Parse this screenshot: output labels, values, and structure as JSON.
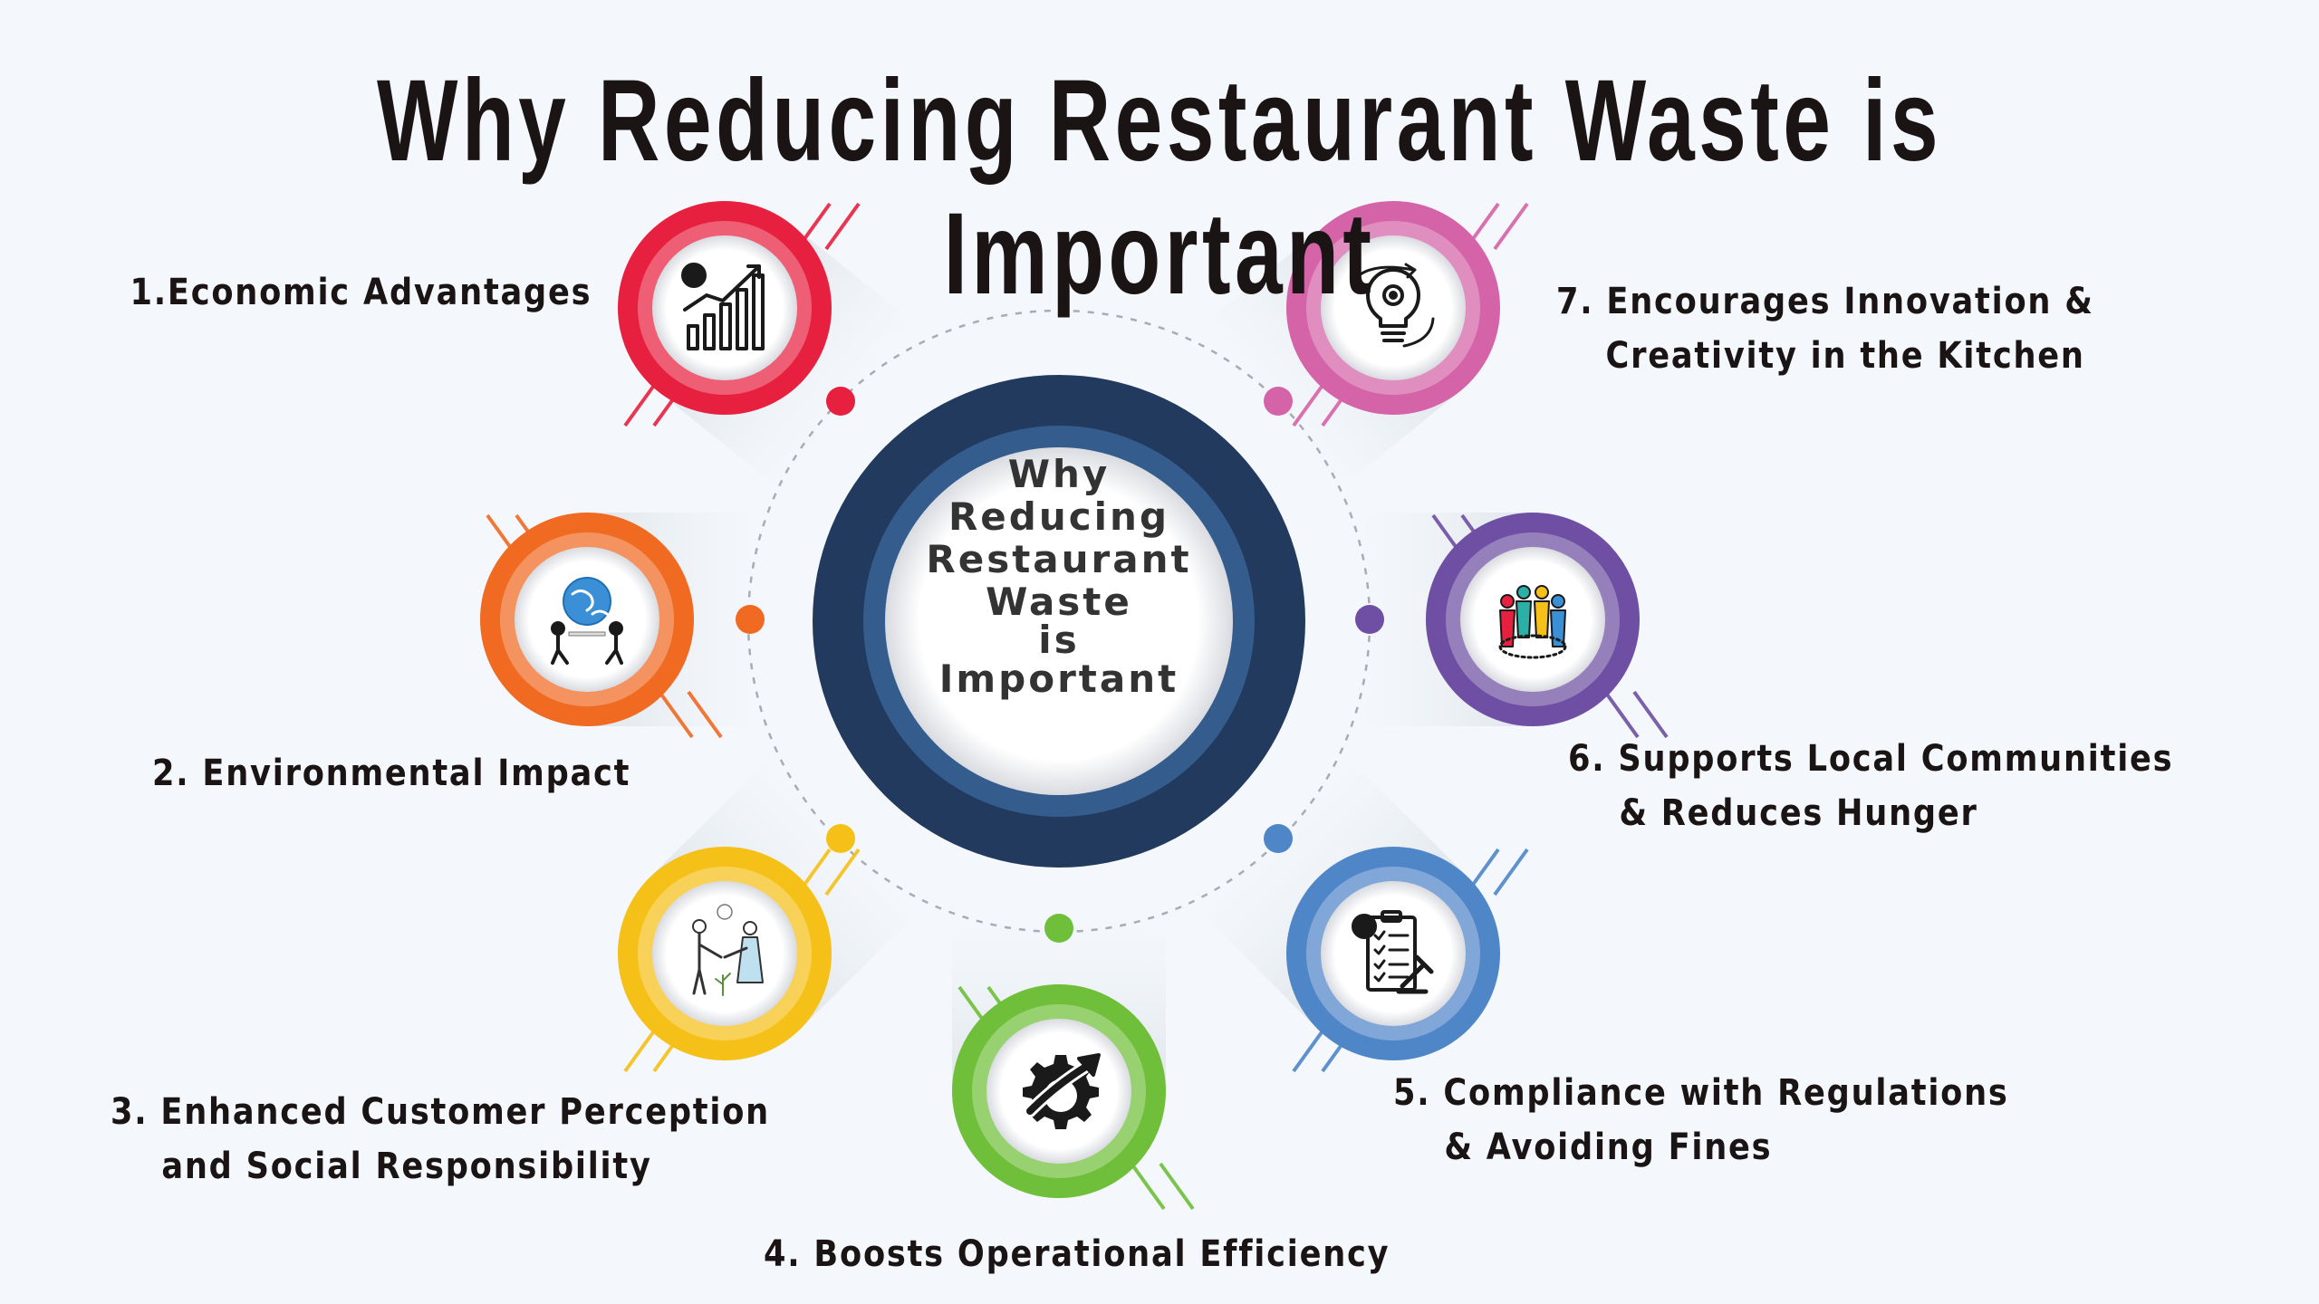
{
  "title": "Why Reducing Restaurant Waste is Important",
  "center": {
    "lines": [
      "Why",
      "Reducing",
      "Restaurant",
      "Waste",
      "is",
      "Important"
    ],
    "colors": {
      "outer": "#223a5e",
      "ring": "#345d8e"
    }
  },
  "items": [
    {
      "number": "1.",
      "lines": [
        "Economic Advantages"
      ],
      "color": "#e8203f",
      "icon": "chart-growth-dollar-icon"
    },
    {
      "number": "2.",
      "lines": [
        "Environmental Impact"
      ],
      "color": "#f06a22",
      "icon": "globe-meeting-icon"
    },
    {
      "number": "3.",
      "lines": [
        "Enhanced Customer Perception",
        "and Social Responsibility"
      ],
      "color": "#f5c118",
      "icon": "people-handshake-icon"
    },
    {
      "number": "4.",
      "lines": [
        "Boosts Operational Efficiency"
      ],
      "color": "#6fbf3a",
      "icon": "gear-arrow-icon"
    },
    {
      "number": "5.",
      "lines": [
        "Compliance with Regulations",
        "& Avoiding Fines"
      ],
      "color": "#4f86c8",
      "icon": "clipboard-gavel-icon"
    },
    {
      "number": "6.",
      "lines": [
        "Supports Local Communities",
        "& Reduces Hunger"
      ],
      "color": "#6e4fa3",
      "icon": "community-people-icon"
    },
    {
      "number": "7.",
      "lines": [
        "Encourages Innovation &",
        "Creativity in the Kitchen"
      ],
      "color": "#d563a8",
      "icon": "lightbulb-gear-icon"
    }
  ]
}
